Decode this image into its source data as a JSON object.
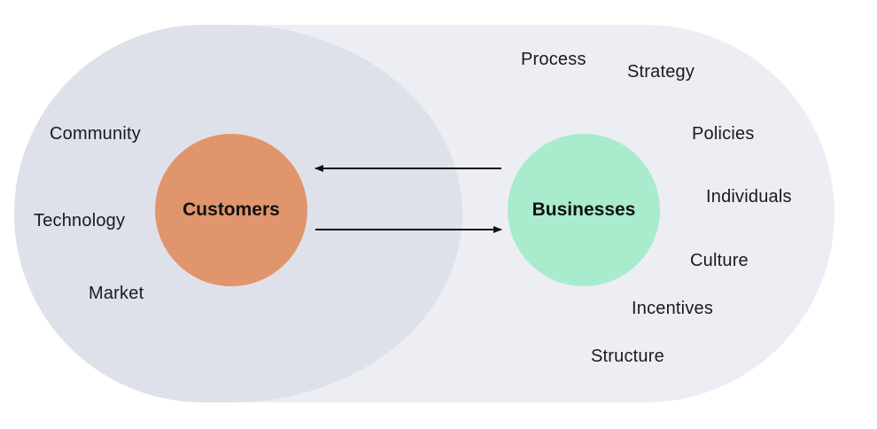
{
  "customers": {
    "label": "Customers",
    "color": "#e0956c"
  },
  "businesses": {
    "label": "Businesses",
    "color": "#a9ebcd"
  },
  "customer_factors": [
    "Community",
    "Technology",
    "Market"
  ],
  "business_factors": [
    "Process",
    "Strategy",
    "Policies",
    "Individuals",
    "Culture",
    "Incentives",
    "Structure"
  ]
}
